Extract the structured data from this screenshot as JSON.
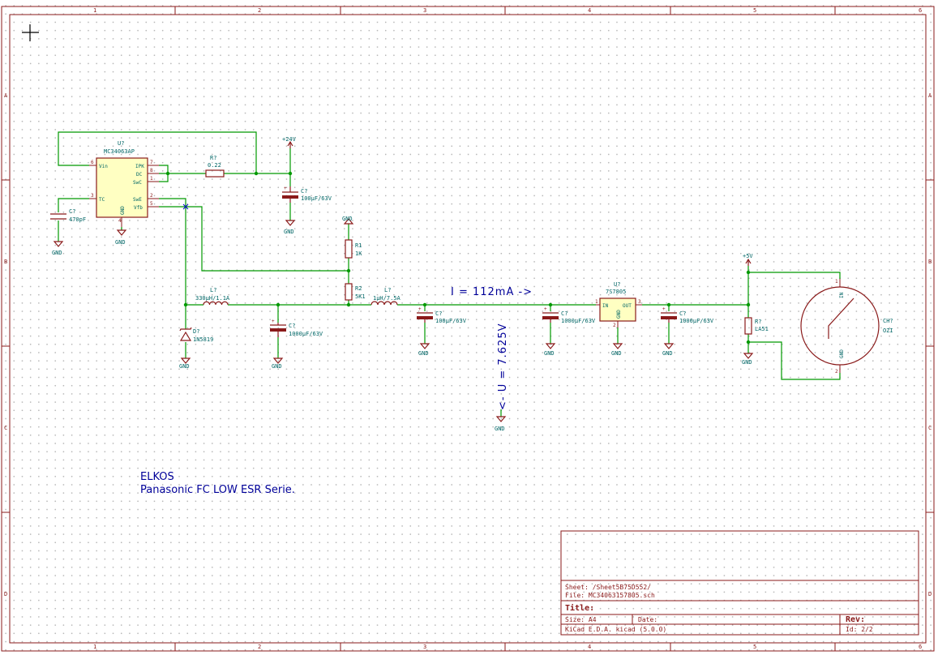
{
  "frame": {
    "col_labels": [
      "1",
      "2",
      "3",
      "4",
      "5",
      "6"
    ],
    "row_labels": [
      "A",
      "B",
      "C",
      "D"
    ]
  },
  "ic1": {
    "ref": "U?",
    "value": "MC34063AP",
    "pins_left": [
      {
        "name": "Vin",
        "num": "6"
      },
      {
        "name": "TC",
        "num": "3"
      }
    ],
    "pins_right": [
      {
        "name": "IPK",
        "num": "7"
      },
      {
        "name": "DC",
        "num": "8"
      },
      {
        "name": "SwC",
        "num": "1"
      },
      {
        "name": "SwE",
        "num": "2"
      },
      {
        "name": "Vfb",
        "num": "5"
      }
    ],
    "gnd_pin": {
      "name": "GND",
      "num": "4"
    }
  },
  "ic2": {
    "ref": "U?",
    "value": "7S7805",
    "pin_in": {
      "name": "IN",
      "num": "1"
    },
    "pin_out": {
      "name": "OUT",
      "num": "3"
    },
    "pin_gnd": {
      "name": "GND",
      "num": "2"
    }
  },
  "fan": {
    "ref": "CH?",
    "value": "OZI",
    "pin_in": {
      "name": "IN",
      "num": "1"
    },
    "pin_gnd": {
      "name": "GND",
      "num": "2"
    }
  },
  "components": {
    "r_sense": {
      "ref": "R?",
      "value": "0.22"
    },
    "c_top": {
      "ref": "C?",
      "value": "100µF/63V"
    },
    "c_tc": {
      "ref": "C?",
      "value": "470pF"
    },
    "r1": {
      "ref": "R1",
      "value": "1K"
    },
    "r2": {
      "ref": "R2",
      "value": "5K1"
    },
    "l1": {
      "ref": "L?",
      "value": "330µH/1.1A"
    },
    "l2": {
      "ref": "L?",
      "value": "1µH/7.5A"
    },
    "diode": {
      "ref": "D?",
      "value": "1N5819"
    },
    "c1": {
      "ref": "C?",
      "value": "1000µF/63V"
    },
    "c2": {
      "ref": "C?",
      "value": "100µF/63V"
    },
    "c3": {
      "ref": "C?",
      "value": "1000µF/63V"
    },
    "c4": {
      "ref": "C?",
      "value": "1000µF/63V"
    },
    "r_led": {
      "ref": "R?",
      "value": "LA51"
    }
  },
  "power": {
    "v24": "+24V",
    "v5": "+5V",
    "gnd": "GND"
  },
  "notes": {
    "current": "I = 112mA ->",
    "voltage": "<- U = 7.625V",
    "elkos_title": "ELKOS",
    "elkos_desc": "Panasonic FC LOW ESR Serie."
  },
  "title_block": {
    "sheet_label": "Sheet: /Sheet5B75D552/",
    "file_label": "File: MC34063157805.sch",
    "title_label": "Title:",
    "size_label": "Size: A4",
    "date_label": "Date:",
    "rev_label": "Rev:",
    "kicad_label": "KiCad E.D.A.  kicad (5.0.0)",
    "id_label": "Id: 2/2"
  }
}
